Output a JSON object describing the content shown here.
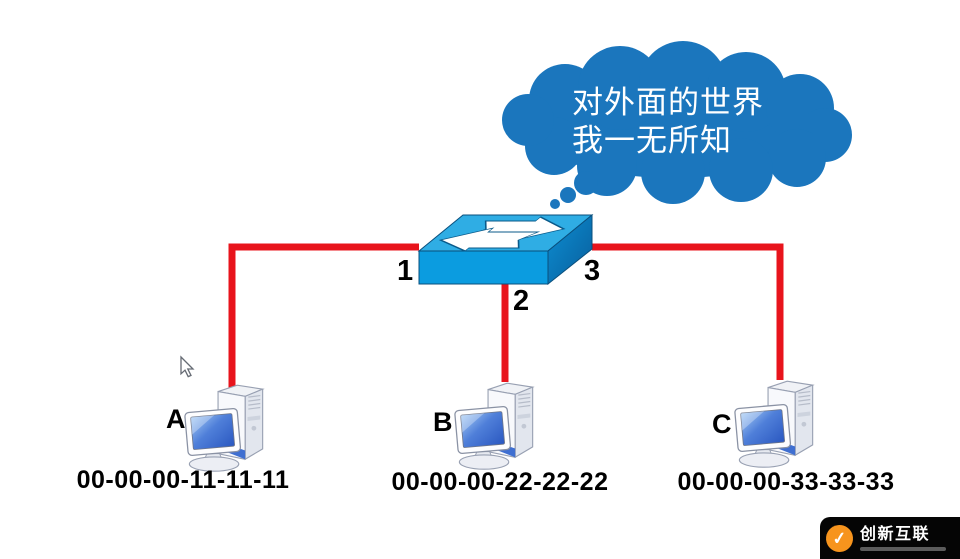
{
  "bubble": {
    "line1": "对外面的世界",
    "line2": "我一无所知"
  },
  "switch": {
    "port_left": "1",
    "port_bottom": "2",
    "port_right": "3"
  },
  "hosts": [
    {
      "label": "A",
      "mac": "00-00-00-11-11-11"
    },
    {
      "label": "B",
      "mac": "00-00-00-22-22-22"
    },
    {
      "label": "C",
      "mac": "00-00-00-33-33-33"
    }
  ],
  "watermark": {
    "brand": "创新互联",
    "badge_glyph": "✓"
  },
  "colors": {
    "bubble_blue": "#1b76bd",
    "cable_red": "#e8141c",
    "switch_top": "#2fade4",
    "switch_front": "#0b9ce0",
    "switch_side_dark": "#0a67a6",
    "watermark_bar": "#050505",
    "watermark_accent": "#f7941d",
    "text_black": "#000000"
  }
}
